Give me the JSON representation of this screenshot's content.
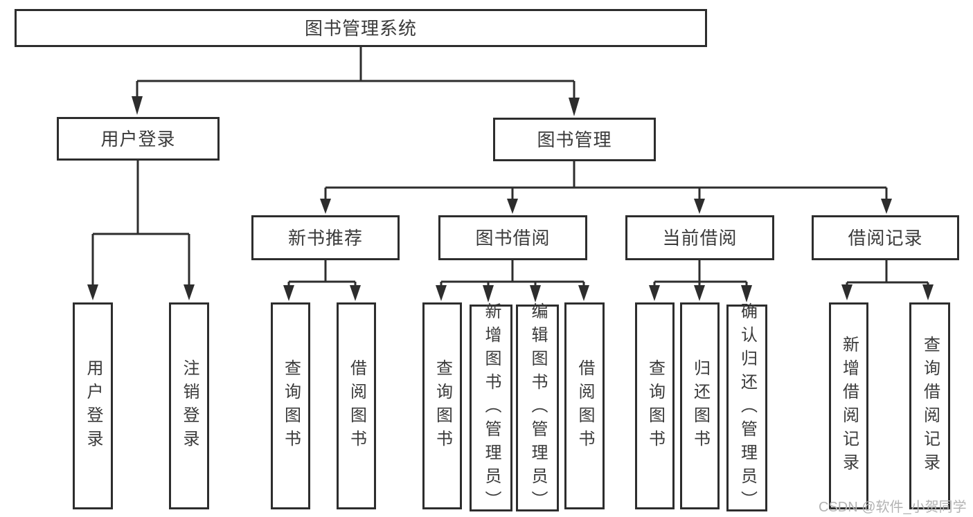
{
  "diagram_title": "图书管理系统",
  "nodes": {
    "root": {
      "label": "图书管理系统"
    },
    "user_login": {
      "label": "用户登录",
      "children": [
        {
          "label": "用户登录"
        },
        {
          "label": "注销登录"
        }
      ]
    },
    "book_mgmt": {
      "label": "图书管理"
    },
    "new_book_rec": {
      "label": "新书推荐",
      "children": [
        {
          "label": "查询图书"
        },
        {
          "label": "借阅图书"
        }
      ]
    },
    "book_borrow": {
      "label": "图书借阅",
      "children": [
        {
          "label": "查询图书"
        },
        {
          "label": "新增图书（管理员）"
        },
        {
          "label": "编辑图书（管理员）"
        },
        {
          "label": "借阅图书"
        }
      ]
    },
    "current_borrow": {
      "label": "当前借阅",
      "children": [
        {
          "label": "查询图书"
        },
        {
          "label": "归还图书"
        },
        {
          "label": "确认归还（管理员）"
        }
      ]
    },
    "borrow_records": {
      "label": "借阅记录",
      "children": [
        {
          "label": "新增借阅记录"
        },
        {
          "label": "查询借阅记录"
        }
      ]
    }
  },
  "watermark": {
    "text": "CSDN @软件_小贺同学"
  },
  "colors": {
    "line": "#2d2d2d",
    "box_border": "#2d2d2d",
    "box_background": "#ffffff",
    "text": "#3a3a3a",
    "watermark_text": "#b3b3b3"
  }
}
